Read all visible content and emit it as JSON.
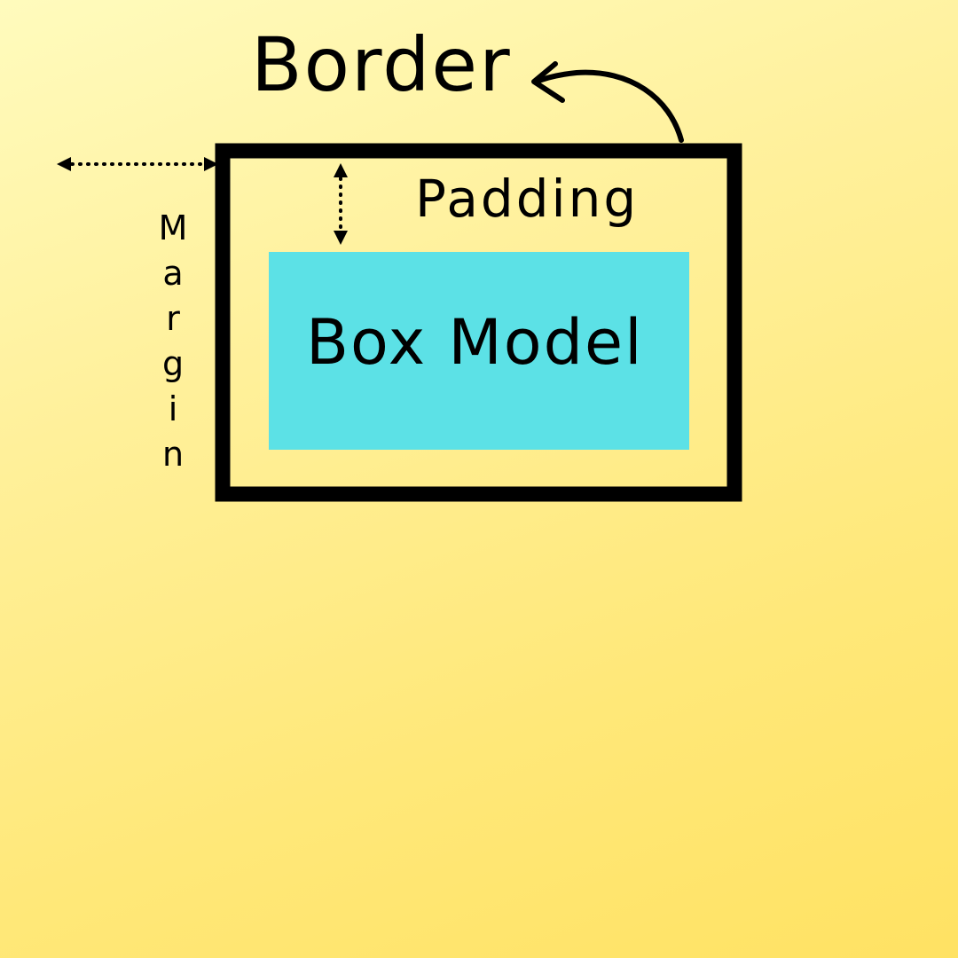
{
  "labels": {
    "border": "Border",
    "padding": "Padding",
    "content": "Box Model",
    "margin": "Margin"
  },
  "colors": {
    "content_fill": "#5ce1e6",
    "border": "#000000",
    "background_top": "#fffbbd",
    "background_bottom": "#ffe263"
  }
}
